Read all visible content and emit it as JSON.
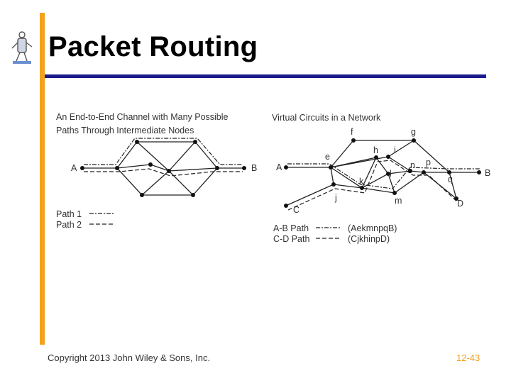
{
  "slide": {
    "title": "Packet Routing",
    "copyright": "Copyright 2013 John Wiley & Sons, Inc.",
    "page": "12-43",
    "colors": {
      "accent_bar": "#f2a21b",
      "rule": "#1c1c8c",
      "page_number": "#f2a21b"
    }
  },
  "left_figure": {
    "caption_line1": "An End-to-End Channel with Many Possible",
    "caption_line2": "Paths Through Intermediate Nodes",
    "node_a": "A",
    "node_b": "B",
    "legend": {
      "path1": "Path 1",
      "path2": "Path 2"
    }
  },
  "right_figure": {
    "caption": "Virtual Circuits in a Network",
    "nodes": {
      "A": "A",
      "B": "B",
      "C": "C",
      "D": "D",
      "e": "e",
      "f": "f",
      "g": "g",
      "h": "h",
      "i": "i",
      "j": "j",
      "k": "k",
      "l": "l",
      "m": "m",
      "n": "n",
      "p": "p",
      "q": "q"
    },
    "legend": {
      "ab_label": "A-B Path",
      "ab_route": "(AekmnpqB)",
      "cd_label": "C-D Path",
      "cd_route": "(CjkhinpD)"
    }
  }
}
